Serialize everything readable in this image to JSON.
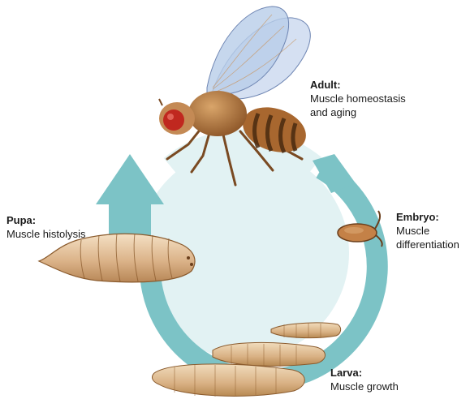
{
  "stages": {
    "adult": {
      "title": "Adult:",
      "lines": [
        "Muscle homeostasis",
        "and aging"
      ]
    },
    "embryo": {
      "title": "Embryo:",
      "lines": [
        "Muscle",
        "differentiation"
      ]
    },
    "pupa": {
      "title": "Pupa:",
      "lines": [
        "Muscle histolysis"
      ]
    },
    "larva": {
      "title": "Larva:",
      "lines": [
        "Muscle growth"
      ]
    }
  },
  "colors": {
    "cycle_ring": "#7cc3c6",
    "cycle_fill": "#e2f2f3",
    "body_brown": "#b07a45",
    "dark_brown": "#6b3f1c",
    "larva_tan": "#dcb98e",
    "eye_red": "#c0281f",
    "wing_blue": "#b8cde8"
  }
}
